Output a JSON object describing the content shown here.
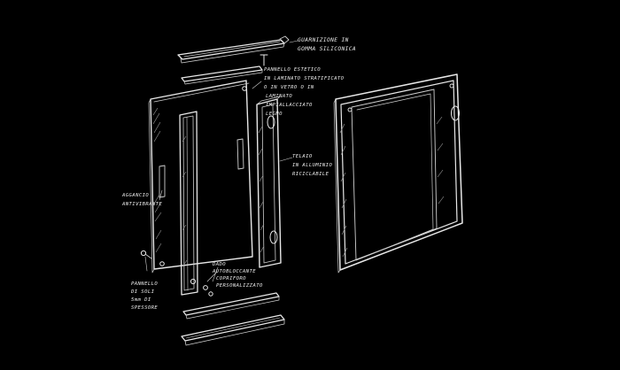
{
  "diagram": {
    "labels": {
      "gasket": [
        "GUARNIZIONE IN",
        "GOMMA SILICONICA"
      ],
      "panel": [
        "PANNELLO ESTETICO",
        "IN LAMINATO STRATIFICATO",
        "O IN VETRO O IN",
        "LAMINATO",
        "IMPIALLACCIATO",
        "LEGNO"
      ],
      "frame": [
        "TELAIO",
        "IN ALLUMINIO",
        "RICICLABILE"
      ],
      "hook": [
        "AGGANCIO",
        "ANTIVIBRANTE"
      ],
      "thickness": [
        "PANNELLO",
        "DI SOLI",
        "5mm DI",
        "SPESSORE"
      ],
      "nut": [
        "DADO",
        "AUTOBLOCCANTE"
      ],
      "cap": [
        "COPRIFORO",
        "PERSONALIZZATO"
      ]
    }
  }
}
